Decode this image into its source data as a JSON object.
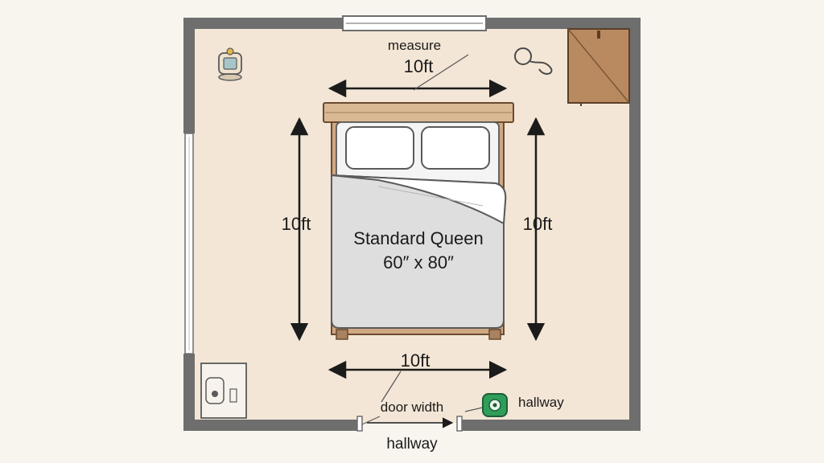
{
  "labels": {
    "measure": "measure",
    "top_width": "10ft",
    "left_height": "10ft",
    "right_height": "10ft",
    "bottom_width": "10ft",
    "bed_name": "Standard Queen",
    "bed_size": "60″ x 80″",
    "door_width": "door width",
    "hallway_right": "hallway",
    "hallway_bottom": "hallway"
  },
  "colors": {
    "floor": "#f3e6d6",
    "wall": "#6e6e6e",
    "bed_wood": "#cfa884",
    "wardrobe": "#b98a60",
    "tape_measure": "#2f9e5a"
  },
  "icons": [
    "lamp-icon",
    "rope-icon",
    "wardrobe-icon",
    "nightstand-icon",
    "tape-measure-icon"
  ]
}
